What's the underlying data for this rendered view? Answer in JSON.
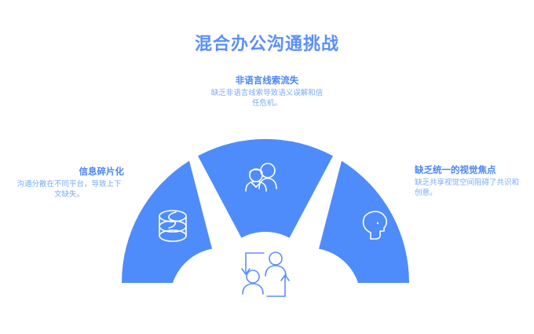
{
  "page": {
    "title": "混合办公沟通挑战",
    "background_color": "#ffffff"
  },
  "colors": {
    "segment_blue": "#4f8cfb",
    "title_blue": "#5b8ff9",
    "heading_blue": "#4a86f7",
    "body_blue": "#7aaaf9",
    "icon_white": "#ffffff",
    "center_icon_blue": "#5b8ff9"
  },
  "diagram": {
    "type": "three-segment-semicircle-fan",
    "center_icon_name": "people-exchange-icon",
    "segments": [
      {
        "id": "left",
        "icon": "database-icon",
        "position": "left",
        "callout": {
          "heading": "信息碎片化",
          "body": "沟通分散在不同平台，导致上下文缺失。"
        }
      },
      {
        "id": "top",
        "icon": "users-group-icon",
        "position": "top",
        "callout": {
          "heading": "非语言线索流失",
          "body": "缺乏非语言线索导致语义误解和信任危机。"
        }
      },
      {
        "id": "right",
        "icon": "head-profile-icon",
        "position": "right",
        "callout": {
          "heading": "缺乏统一的视觉焦点",
          "body": "缺乏共享视觉空间阻碍了共识和创意。"
        }
      }
    ]
  }
}
